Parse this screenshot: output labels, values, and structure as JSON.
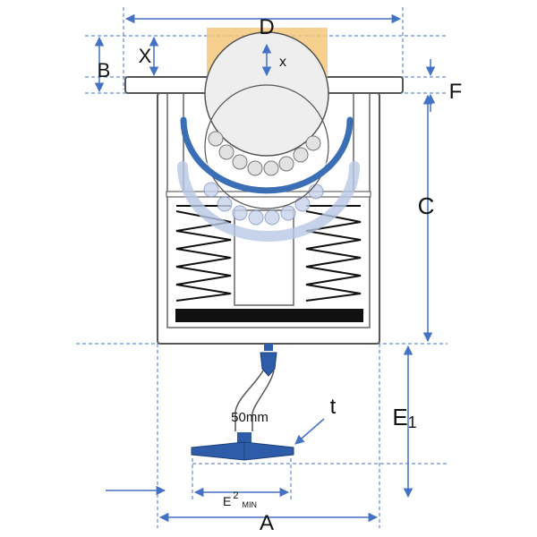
{
  "labels": {
    "D": "D",
    "X": "X",
    "x": "x",
    "B": "B",
    "F": "F",
    "C": "C",
    "E1_main": "E",
    "E1_sub": "1",
    "A": "A",
    "t": "t",
    "hose_length": "50mm",
    "E2_main": "E",
    "E2_sup": "2",
    "E2_sub": "MIN"
  },
  "colors": {
    "dimension_line": "#4472c4",
    "ball_fill": "#eeeeee",
    "outline": "#555555",
    "cup_front": "#3b6fb5",
    "cup_back": "#b8c8e6",
    "bearing_balls": "#c8d4ea",
    "protrusion_fill": "#f6c77a",
    "spring": "#111111",
    "foot": "#2f5ca8"
  }
}
